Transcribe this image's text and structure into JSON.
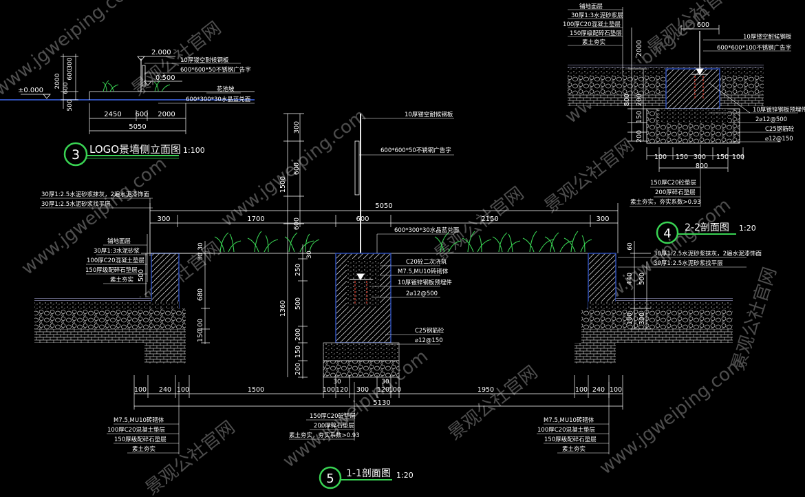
{
  "colors": {
    "bg": "#000000",
    "dim": "#e8e8e8",
    "leader": "#ffffff",
    "wall": "#2f4fb5",
    "green": "#39d353",
    "gravel": "#bfbfbf",
    "rebar": "#e04030",
    "pink": "#d07090",
    "yellow": "#d8d000",
    "watermark": "#9a9a9a"
  },
  "elevation3": {
    "title": "LOGO景墙侧立面图",
    "num": "3",
    "scale": "1:100",
    "elev_top": "2.000",
    "elev_mid": "0.500",
    "elev_zero": "±0.000",
    "notes": [
      "10厚镂空耐候钢板",
      "600*600*50不锈钢广告字",
      "花池坡",
      "600*300*30水晶蓝兑面"
    ],
    "dims_v": [
      "300",
      "600",
      "2000",
      "600",
      "500"
    ],
    "dims_h": [
      "2450",
      "600",
      "2000",
      "5050"
    ]
  },
  "section2": {
    "title": "2-2剖面图",
    "num": "4",
    "scale": "1:20",
    "notes_top": [
      "铺地面层",
      "30厚1:3水泥砂浆层",
      "100厚C20混凝土垫层",
      "150厚级配碎石垫层",
      "素土夯实"
    ],
    "notes_right": [
      "10厚镂空耐候钢板",
      "600*600*100不锈钢广告字",
      "10厚镀锌钢板预埋件",
      "2⌀12@500",
      "C25钢筋砼",
      "⌀12@150"
    ],
    "notes_bottom": [
      "150厚C20砼垫层",
      "200厚碎石垫层",
      "素土夯实，夯实系数>0.93"
    ],
    "dims_top": "600",
    "dims_v": [
      "2000",
      "800",
      "200",
      "150",
      "200"
    ],
    "dims_h": [
      "100",
      "150",
      "300",
      "150",
      "100",
      "800"
    ]
  },
  "section1": {
    "title": "1-1剖面图",
    "num": "5",
    "scale": "1:20",
    "notes_top": [
      "10厚镂空耐候钢板",
      "600*600*50不锈钢广告字",
      "600*300*30水晶蓝兑面"
    ],
    "notes_left": [
      "30厚1:2.5水泥砂浆抹灰，2遍水泥漆饰面",
      "30厚1:2.5水泥砂浆找平层"
    ],
    "notes_left2": [
      "铺地面层",
      "30厚1:3水泥砂浆",
      "100厚C20混凝土垫层",
      "150厚级配碎石垫层",
      "素土夯实"
    ],
    "notes_center": [
      "C20砼二次浇筑",
      "M7.5,MU10砖砌体",
      "10厚镀锌钢板预埋件",
      "2⌀12@500",
      "C25钢筋砼",
      "⌀12@150"
    ],
    "notes_right": [
      "30厚1:2.5水泥砂浆抹灰，2遍水泥漆饰面",
      "30厚1:2.5水泥砂浆找平层"
    ],
    "notes_bl": [
      "M7.5,MU10砖砌体",
      "100厚C20混凝土垫层",
      "150厚级配碎石垫层",
      "素土夯实"
    ],
    "notes_bc": [
      "150厚C20砼垫层",
      "200厚碎石垫层",
      "素土夯实，夯实系数>0.93"
    ],
    "notes_br": [
      "M7.5,MU10砖砌体",
      "100厚C20混凝土垫层",
      "150厚级配碎石垫层",
      "素土夯实"
    ],
    "dims_total_top": "5050",
    "dims_top": [
      "300",
      "1700",
      "600",
      "2150",
      "300"
    ],
    "dims_h_top_vert": [
      "300",
      "600",
      "1500",
      "600"
    ],
    "dims_v_center": [
      "30",
      "250",
      "500",
      "200",
      "150",
      "200",
      "1360"
    ],
    "dims_v_left": [
      "500",
      "30",
      "30",
      "680",
      "150",
      "100"
    ],
    "dims_v_right": [
      "60",
      "440",
      "500",
      "300",
      "100"
    ],
    "dims_bottom": [
      "100",
      "240",
      "100",
      "1500",
      "100",
      "120",
      "300",
      "120",
      "100",
      "1950",
      "100",
      "240",
      "100"
    ],
    "dims_bottom_small": [
      "30",
      "30"
    ],
    "dims_total_bottom": "5130"
  },
  "watermarks": [
    "www.jgweiping.com",
    "景观公社官网"
  ]
}
